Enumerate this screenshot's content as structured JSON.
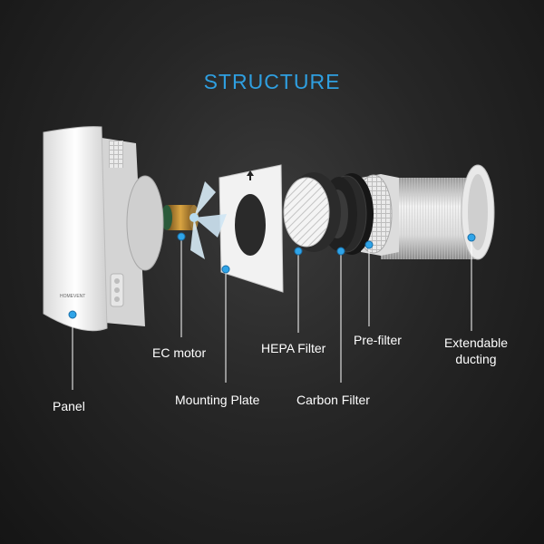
{
  "title": "STRUCTURE",
  "brand_logo_text": "HOMEVENT",
  "colors": {
    "title": "#2f9fe0",
    "marker": "#2fa4e8",
    "label": "#ffffff"
  },
  "labels": {
    "panel": "Panel",
    "ec_motor": "EC motor",
    "mounting_plate": "Mounting Plate",
    "hepa_filter": "HEPA Filter",
    "carbon_filter": "Carbon Filter",
    "pre_filter": "Pre-filter",
    "extendable_ducting_line1": "Extendable",
    "extendable_ducting_line2": "ducting"
  }
}
